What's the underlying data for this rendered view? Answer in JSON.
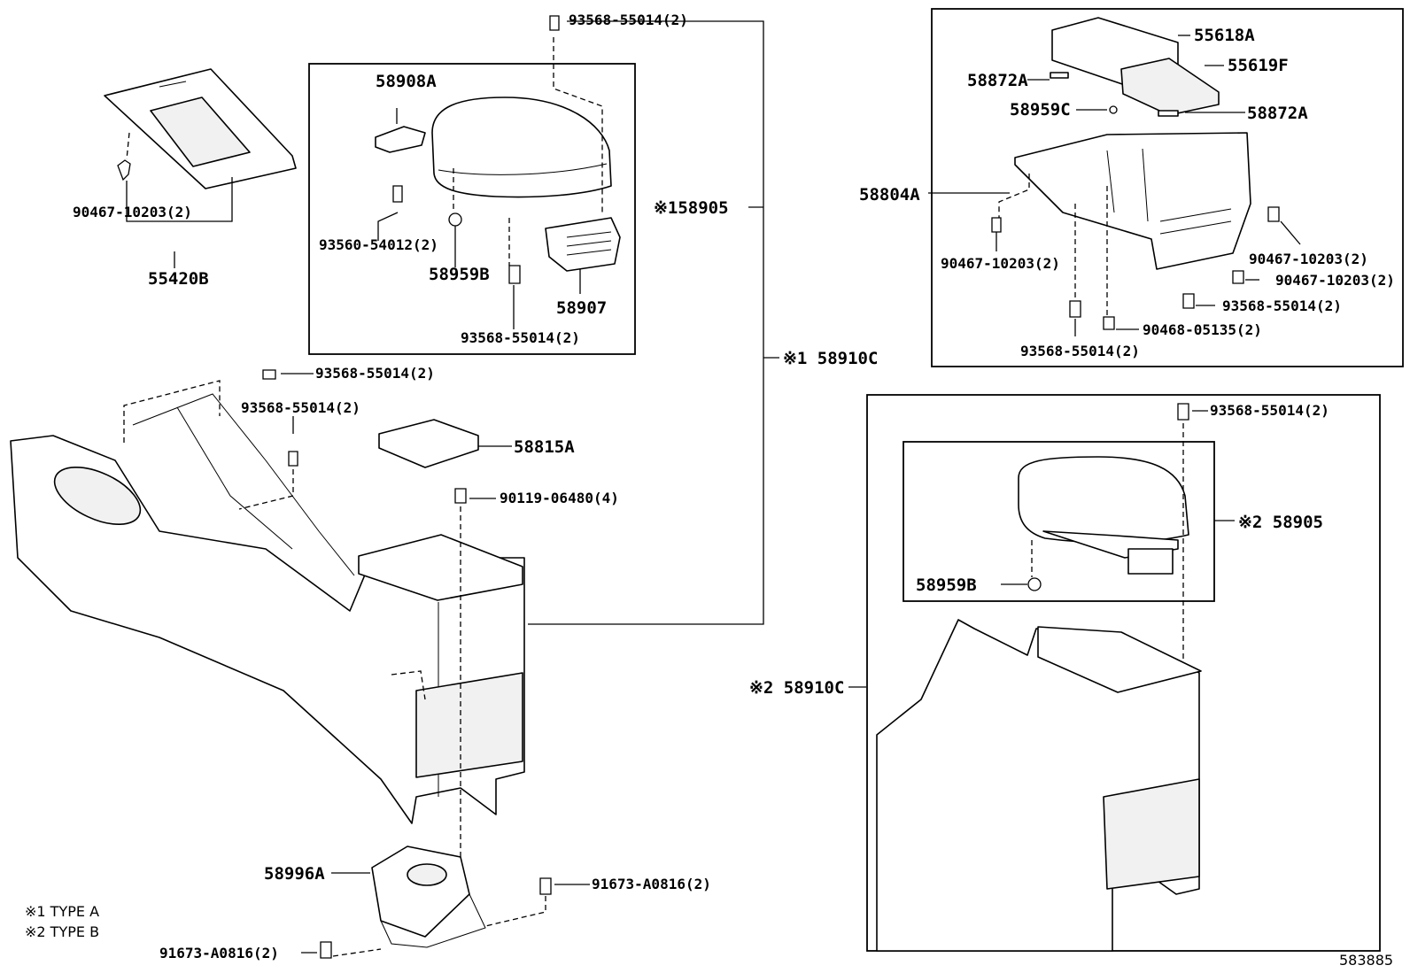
{
  "diagram": {
    "labels": {
      "p55420B": "55420B",
      "p90467_a": "90467-10203(2)",
      "p93568_top": "93568-55014(2)",
      "p58908A": "58908A",
      "p93560": "93560-54012(2)",
      "p58959B_a": "58959B",
      "p58907": "58907",
      "p93568_box": "93568-55014(2)",
      "p58905_a": "※158905",
      "p58910C_a": "※1 58910C",
      "p93568_mid1": "93568-55014(2)",
      "p93568_mid2": "93568-55014(2)",
      "p58815A": "58815A",
      "p90119": "90119-06480(4)",
      "p58996A": "58996A",
      "p91673_a": "91673-A0816(2)",
      "p91673_b": "91673-A0816(2)",
      "p55618A": "55618A",
      "p55619F": "55619F",
      "p58872A_a": "58872A",
      "p58872A_b": "58872A",
      "p58959C": "58959C",
      "p58804A": "58804A",
      "p90467_b": "90467-10203(2)",
      "p90467_c": "90467-10203(2)",
      "p90467_d": "90467-10203(2)",
      "p93568_r1": "93568-55014(2)",
      "p90468": "90468-05135(2)",
      "p93568_r2": "93568-55014(2)",
      "p93568_r3": "93568-55014(2)",
      "p58905_b": "※2 58905",
      "p58959B_b": "58959B",
      "p58910C_b": "※2 58910C"
    },
    "legend": {
      "type_a": "※1 TYPE A",
      "type_b": "※2 TYPE B"
    },
    "diagram_id": "583885"
  }
}
